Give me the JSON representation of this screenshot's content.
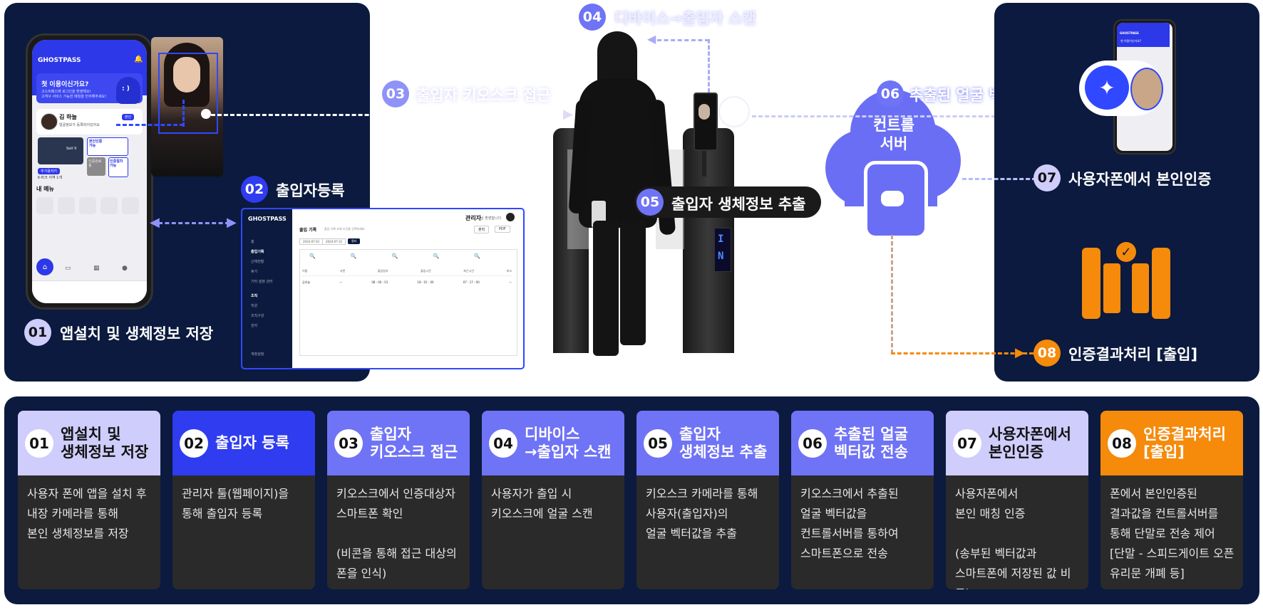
{
  "app": {
    "brand": "GHOSTPASS",
    "notice_title": "첫 이용이신가요?",
    "notice_text": "고스트패스에 로그인을 환영해요!\n고객사 서비스 가능한 매칭을 먼저해주세요!",
    "user_name": "김 하늘",
    "user_status": "얼굴정보가 등록되어있어요",
    "auth_tag": "본인",
    "card_name": "SaV II",
    "tile_1": "본인인증\n가능",
    "tile_2": "인증완료\n됨",
    "tile_3": "인증절차\n가능",
    "tag_more": "추가용지키",
    "tag_sub": "K-마크 지역 1개",
    "menu_title": "내 메뉴"
  },
  "admin": {
    "brand": "GHOSTPASS",
    "header_title": "관리자",
    "header_sub": "님 환영합니다",
    "page_title": "출입 기록",
    "breadcrumb": "출입 기록 조회 조건을 선택하세요",
    "btn_filter": "필터",
    "btn_print": "출력",
    "btn_pdf": "PDF",
    "date_from": "2024-07-01",
    "date_to": "2024-07-31",
    "nav": [
      "홈",
      "출입기록",
      "근태현황",
      "휴가",
      "기타 설정 관리"
    ],
    "nav_group": "조직",
    "nav_group_items": [
      "직원",
      "조직구성",
      "관리"
    ],
    "nav_footer": "계정설정",
    "table_headers": [
      "이름",
      "사번",
      "출입일자",
      "출입시간",
      "퇴근시간",
      "비고"
    ],
    "table_row": [
      "김하늘",
      "—",
      "08 : 00 : 01",
      "18 : 01 : 00",
      "07 : 17 : 00",
      "—"
    ]
  },
  "steps_top": {
    "s01": {
      "num": "01",
      "label": "앱설치 및 생체정보 저장"
    },
    "s02": {
      "num": "02",
      "label": "출입자등록"
    },
    "s03": {
      "num": "03",
      "label": "출입자 키오스크 접근"
    },
    "s04": {
      "num": "04",
      "label": "디바이스→출입자 스캔"
    },
    "s05": {
      "num": "05",
      "label": "출입자 생체정보 추출"
    },
    "s06": {
      "num": "06",
      "label": "추출된 얼굴 벡터값 전송"
    },
    "s07": {
      "num": "07",
      "label": "사용자폰에서 본인인증"
    },
    "s08": {
      "num": "08",
      "label": "인증결과처리 [출입]"
    }
  },
  "server": {
    "label": "컨트롤\n서버"
  },
  "gate": {
    "display": "IN"
  },
  "cards": [
    {
      "num": "01",
      "title": "앱설치 및\n생체정보 저장",
      "body": "사용자 폰에 앱을 설치 후\n내장 카메라를 통해\n본인 생체정보를 저장"
    },
    {
      "num": "02",
      "title": "출입자 등록",
      "body": "관리자 툴(웹페이지)을\n통해 출입자 등록"
    },
    {
      "num": "03",
      "title": "출입자\n키오스크 접근",
      "body": "키오스크에서 인증대상자\n스마트폰 확인\n\n(비콘을 통해 접근 대상의\n폰을 인식)"
    },
    {
      "num": "04",
      "title": "디바이스\n→출입자 스캔",
      "body": "사용자가 출입 시\n키오스크에 얼굴 스캔"
    },
    {
      "num": "05",
      "title": "출입자\n생체정보 추출",
      "body": "키오스크 카메라를 통해\n사용자(출입자)의\n얼굴 벡터값을 추출"
    },
    {
      "num": "06",
      "title": "추출된 얼굴\n벡터값 전송",
      "body": "키오스크에서 추출된\n얼굴 벡터값을\n컨트롤서버를 통하여\n스마트폰으로 전송"
    },
    {
      "num": "07",
      "title": "사용자폰에서\n본인인증",
      "body": "사용자폰에서\n본인 매칭 인증\n\n(송부된 벡터값과\n스마트폰에 저장된 값 비교)"
    },
    {
      "num": "08",
      "title": "인증결과처리\n[출입]",
      "body": "폰에서 본인인증된\n결과값을 컨트롤서버를\n통해 단말로 전송 제어\n[단말 - 스피드게이트 오픈\n유리문 개폐 등]"
    }
  ],
  "colors": {
    "navy": "#0b1a3e",
    "card_light": "#cfcdfc",
    "card_blue": "#2f3cf0",
    "card_mid": "#6f73f6",
    "card_orange": "#f58a0b",
    "accent": "#6a6ef5",
    "orange": "#f58a0b"
  }
}
